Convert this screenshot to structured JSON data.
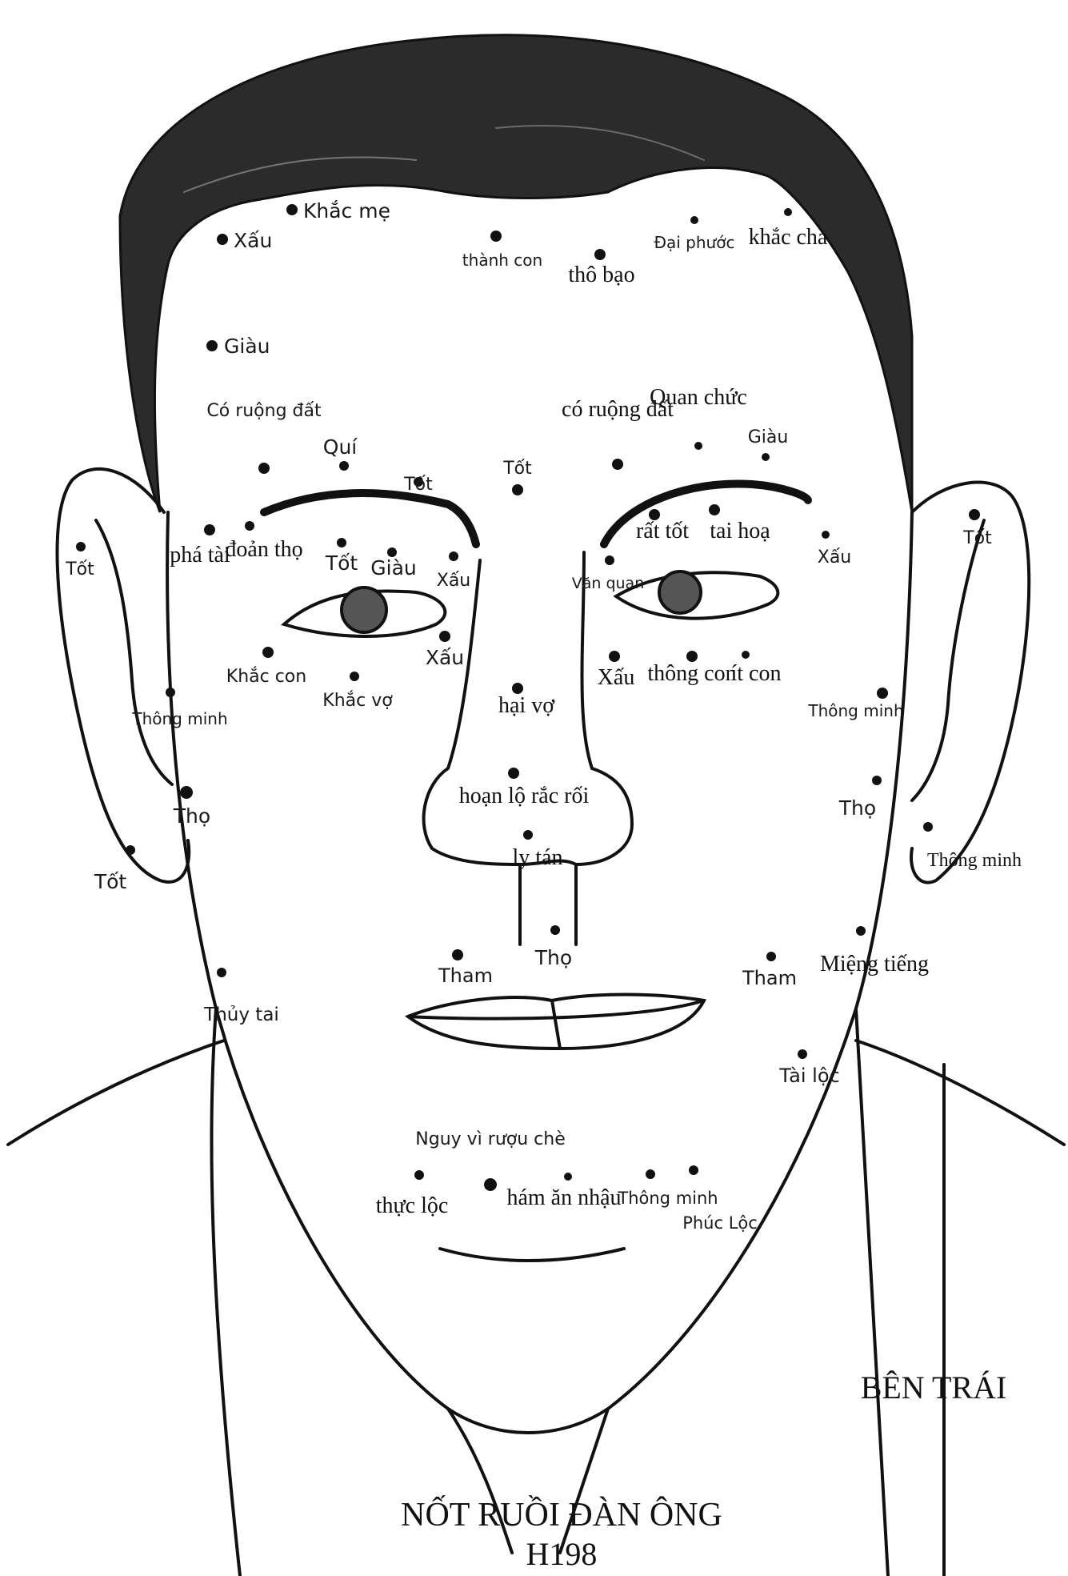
{
  "figure": {
    "side_label": "BÊN TRÁI",
    "caption_title": "NỐT RUỒI ĐÀN ÔNG",
    "caption_code": "H198"
  },
  "moles": [
    {
      "id": "khac-me",
      "text": "Khắc mẹ"
    },
    {
      "id": "xau-forehead-left",
      "text": "Xấu"
    },
    {
      "id": "thanh-con",
      "text": "thành con"
    },
    {
      "id": "tho-bao",
      "text": "thô bạo"
    },
    {
      "id": "dai-phuoc",
      "text": "Đại phước"
    },
    {
      "id": "khac-cha",
      "text": "khắc cha"
    },
    {
      "id": "giau-temple-left",
      "text": "Giàu"
    },
    {
      "id": "co-ruong-dat-left",
      "text": "Có ruộng đất"
    },
    {
      "id": "qui",
      "text": "Quí"
    },
    {
      "id": "co-ruong-dat-right",
      "text": "có ruộng đất"
    },
    {
      "id": "quan-chuc",
      "text": "Quan chức"
    },
    {
      "id": "giau-temple-right",
      "text": "Giàu"
    },
    {
      "id": "tot-brow-left",
      "text": "Tốt"
    },
    {
      "id": "tot-center",
      "text": "Tốt"
    },
    {
      "id": "pha-tai",
      "text": "phá tài"
    },
    {
      "id": "doan-tho",
      "text": "đoản thọ"
    },
    {
      "id": "tot-eye-left",
      "text": "Tốt"
    },
    {
      "id": "giau-eye-left",
      "text": "Giàu"
    },
    {
      "id": "xau-eye-left",
      "text": "Xấu"
    },
    {
      "id": "rat-tot",
      "text": "rất tốt"
    },
    {
      "id": "tai-hoa",
      "text": "tai hoạ"
    },
    {
      "id": "van-quan",
      "text": "Văn quan"
    },
    {
      "id": "xau-temple-right",
      "text": "Xấu"
    },
    {
      "id": "tot-ear-left",
      "text": "Tốt"
    },
    {
      "id": "tot-ear-right",
      "text": "Tốt"
    },
    {
      "id": "khac-con-left",
      "text": "Khắc con"
    },
    {
      "id": "khac-vo",
      "text": "Khắc vợ"
    },
    {
      "id": "xau-under-eye-left",
      "text": "Xấu"
    },
    {
      "id": "hai-vo",
      "text": "hại vợ"
    },
    {
      "id": "xau-under-eye-right",
      "text": "Xấu"
    },
    {
      "id": "thong-con",
      "text": "thông con"
    },
    {
      "id": "it-con",
      "text": "ít con"
    },
    {
      "id": "thong-minh-ear-left",
      "text": "Thông minh"
    },
    {
      "id": "thong-minh-cheek-right",
      "text": "Thông minh"
    },
    {
      "id": "hoan-lo-rac-roi",
      "text": "hoạn lộ rắc rối"
    },
    {
      "id": "tho-ear-left",
      "text": "Thọ"
    },
    {
      "id": "tho-cheek-right",
      "text": "Thọ"
    },
    {
      "id": "ly-tan",
      "text": "ly tán"
    },
    {
      "id": "tot-earlobe-left",
      "text": "Tốt"
    },
    {
      "id": "thong-minh-ear-right",
      "text": "Thông minh"
    },
    {
      "id": "tho-philtrum",
      "text": "Thọ"
    },
    {
      "id": "tham-left",
      "text": "Tham"
    },
    {
      "id": "tham-right",
      "text": "Tham"
    },
    {
      "id": "mieng-tieng",
      "text": "Miệng tiếng"
    },
    {
      "id": "thuy-tai",
      "text": "Thủy tai"
    },
    {
      "id": "tai-loc",
      "text": "Tài lộc"
    },
    {
      "id": "nguy-vi-ruou-che",
      "text": "Nguy vì rượu chè"
    },
    {
      "id": "thuc-loc",
      "text": "thực lộc"
    },
    {
      "id": "ham-an-nhau",
      "text": "hám ăn nhậu"
    },
    {
      "id": "thong-minh-chin",
      "text": "Thông minh"
    },
    {
      "id": "phuc-loc",
      "text": "Phúc Lộc"
    }
  ]
}
